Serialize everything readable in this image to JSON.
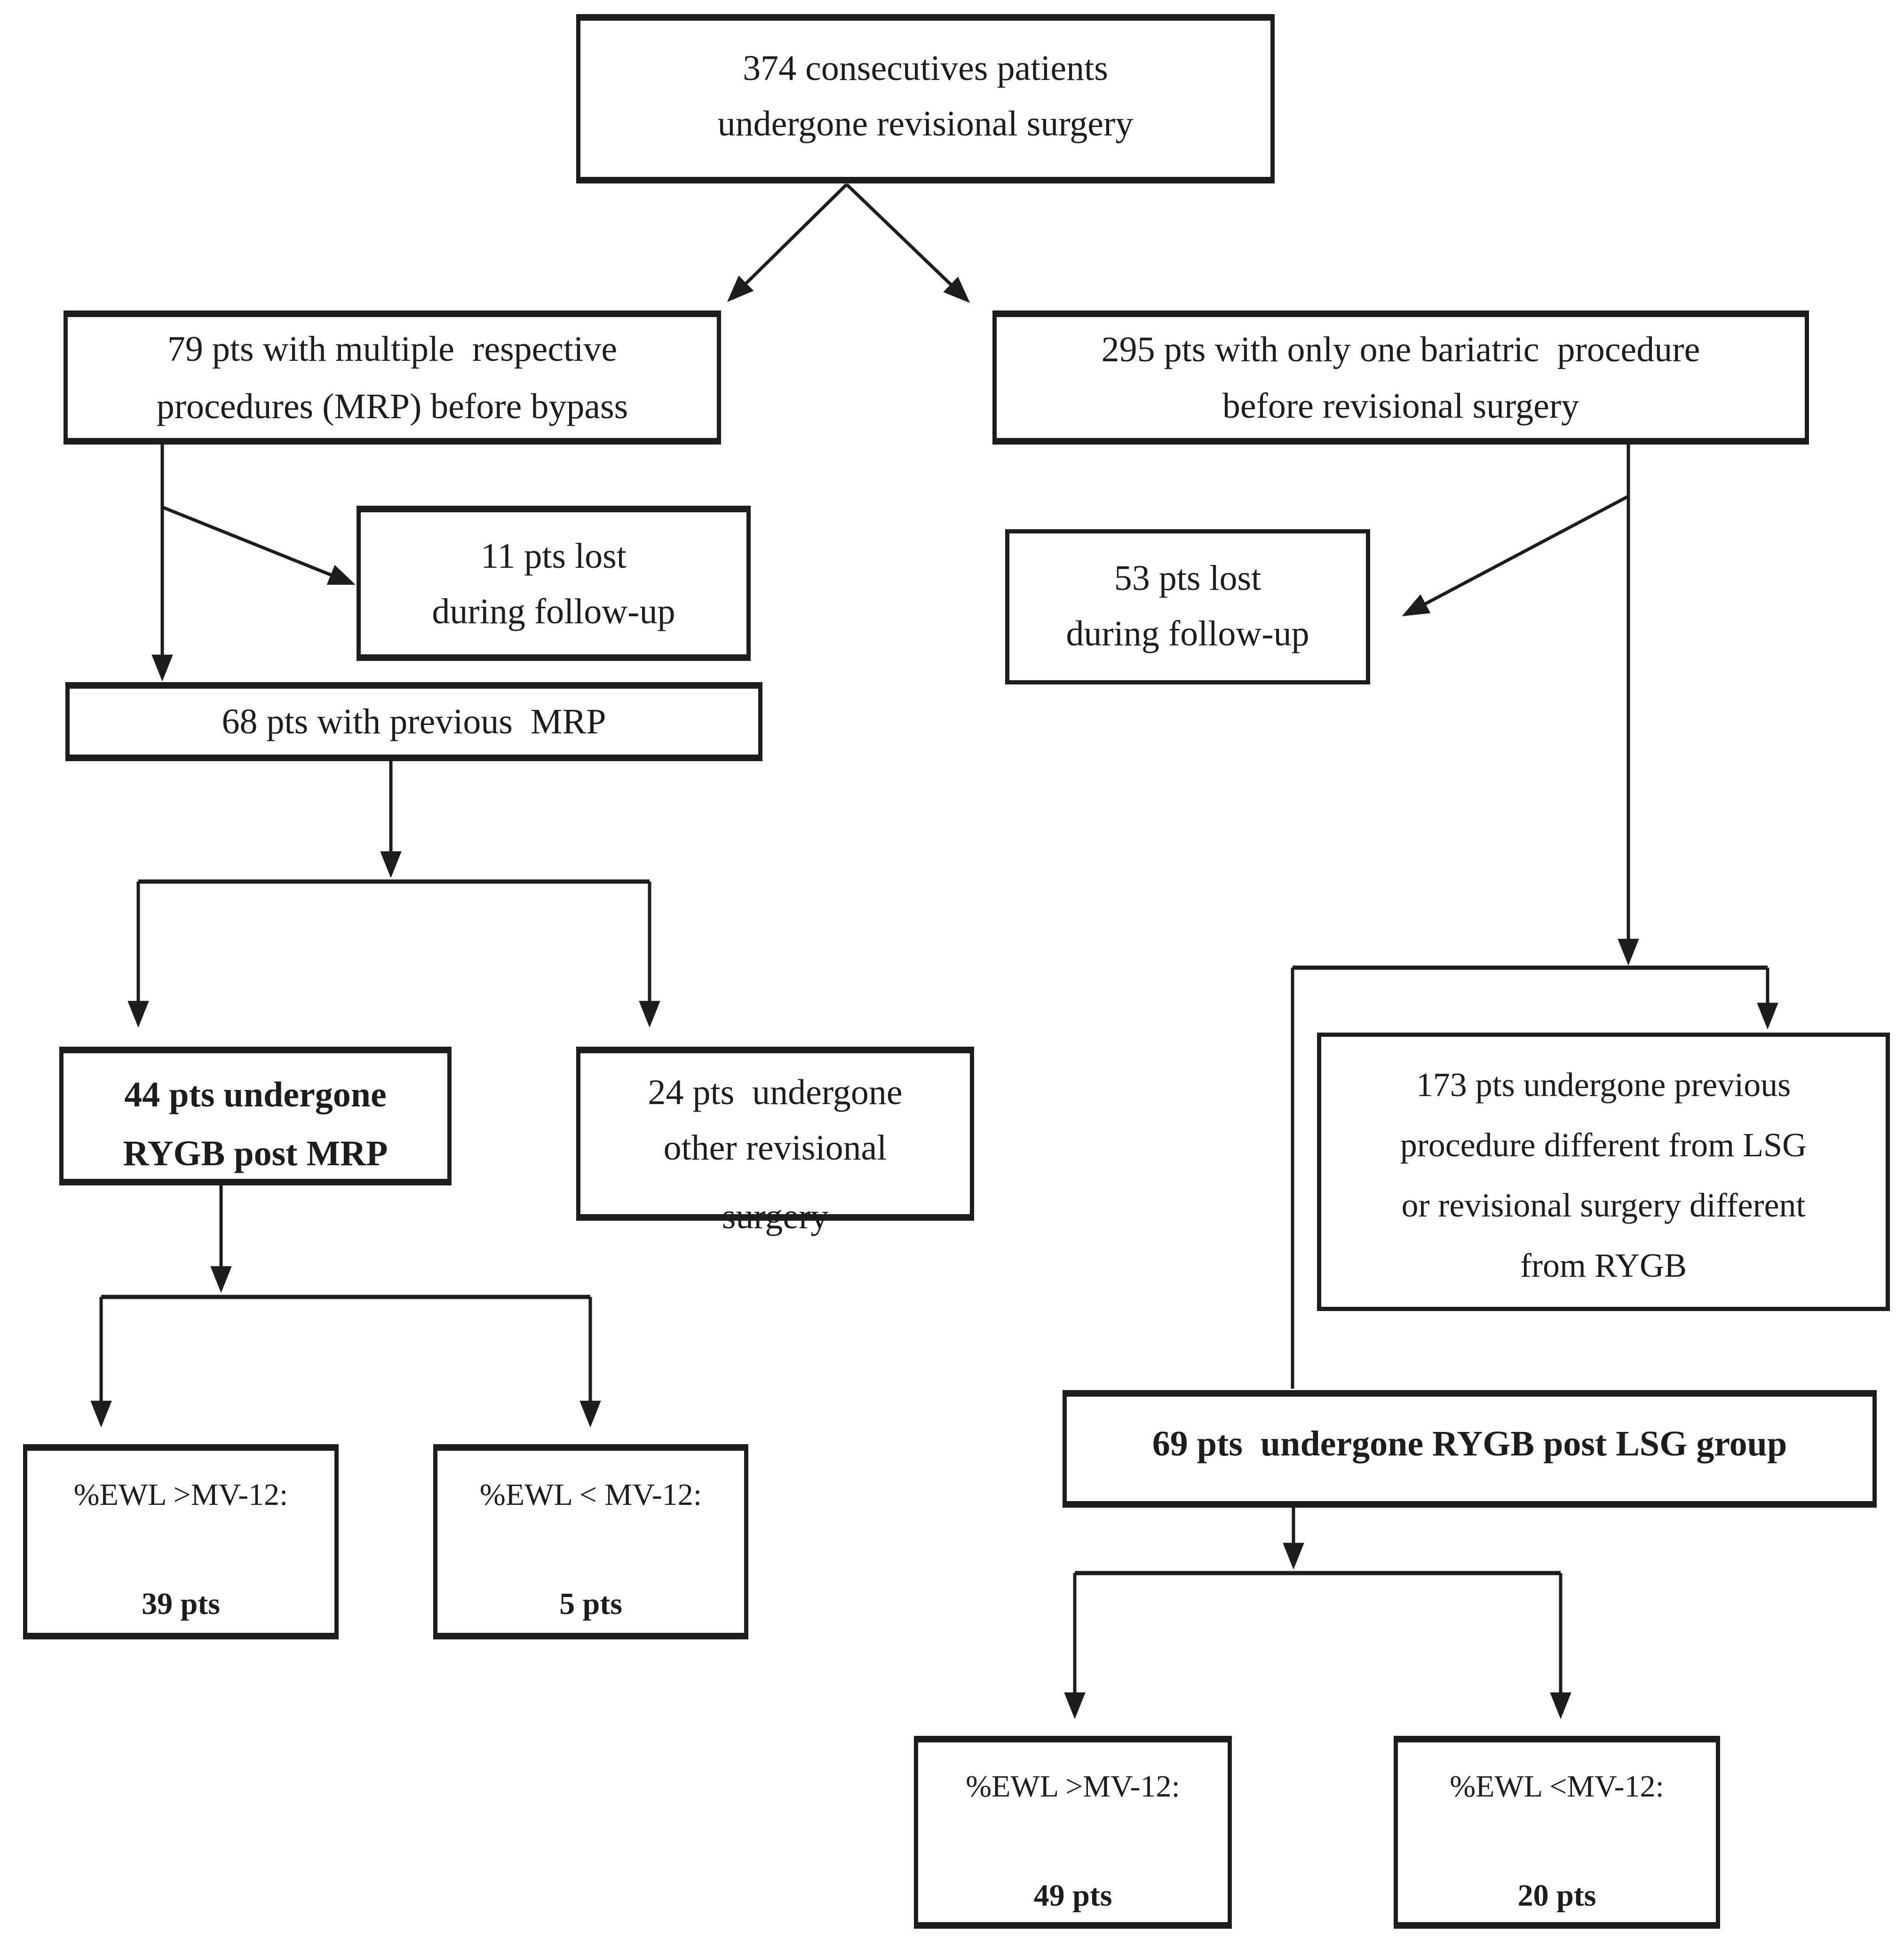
{
  "colors": {
    "ink": "#1d1d1d",
    "paper": "#ffffff"
  },
  "flowchart": {
    "nodes": {
      "total": {
        "lines": [
          "374 consecutives patients",
          "undergone revisional surgery"
        ]
      },
      "mrp": {
        "lines": [
          "79 pts with multiple  respective",
          "procedures (MRP) before bypass"
        ]
      },
      "one_procedure": {
        "lines": [
          "295 pts with only one bariatric  procedure",
          "before revisional surgery"
        ]
      },
      "mrp_lost": {
        "lines": [
          "11 pts lost",
          "during follow-up"
        ]
      },
      "one_lost": {
        "lines": [
          "53 pts lost",
          "during follow-up"
        ]
      },
      "mrp_followed": {
        "lines": [
          "68 pts with previous  MRP"
        ]
      },
      "rygb_post_mrp": {
        "lines": [
          "44 pts undergone",
          "RYGB post MRP"
        ]
      },
      "other_revisional": {
        "lines": [
          "24 pts  undergone",
          "other revisional",
          "surgery"
        ]
      },
      "non_lsg": {
        "lines": [
          "173 pts undergone previous",
          "procedure different from LSG",
          "or revisional surgery different",
          "from RYGB"
        ]
      },
      "rygb_post_lsg": {
        "lines": [
          "69 pts  undergone RYGB post LSG group"
        ]
      },
      "mrp_ewl_gt": {
        "label": "%EWL >MV-12:",
        "count": "39 pts"
      },
      "mrp_ewl_lt": {
        "label": "%EWL < MV-12:",
        "count": "5 pts"
      },
      "lsg_ewl_gt": {
        "label": "%EWL >MV-12:",
        "count": "49 pts"
      },
      "lsg_ewl_lt": {
        "label": "%EWL <MV-12:",
        "count": "20 pts"
      }
    }
  }
}
